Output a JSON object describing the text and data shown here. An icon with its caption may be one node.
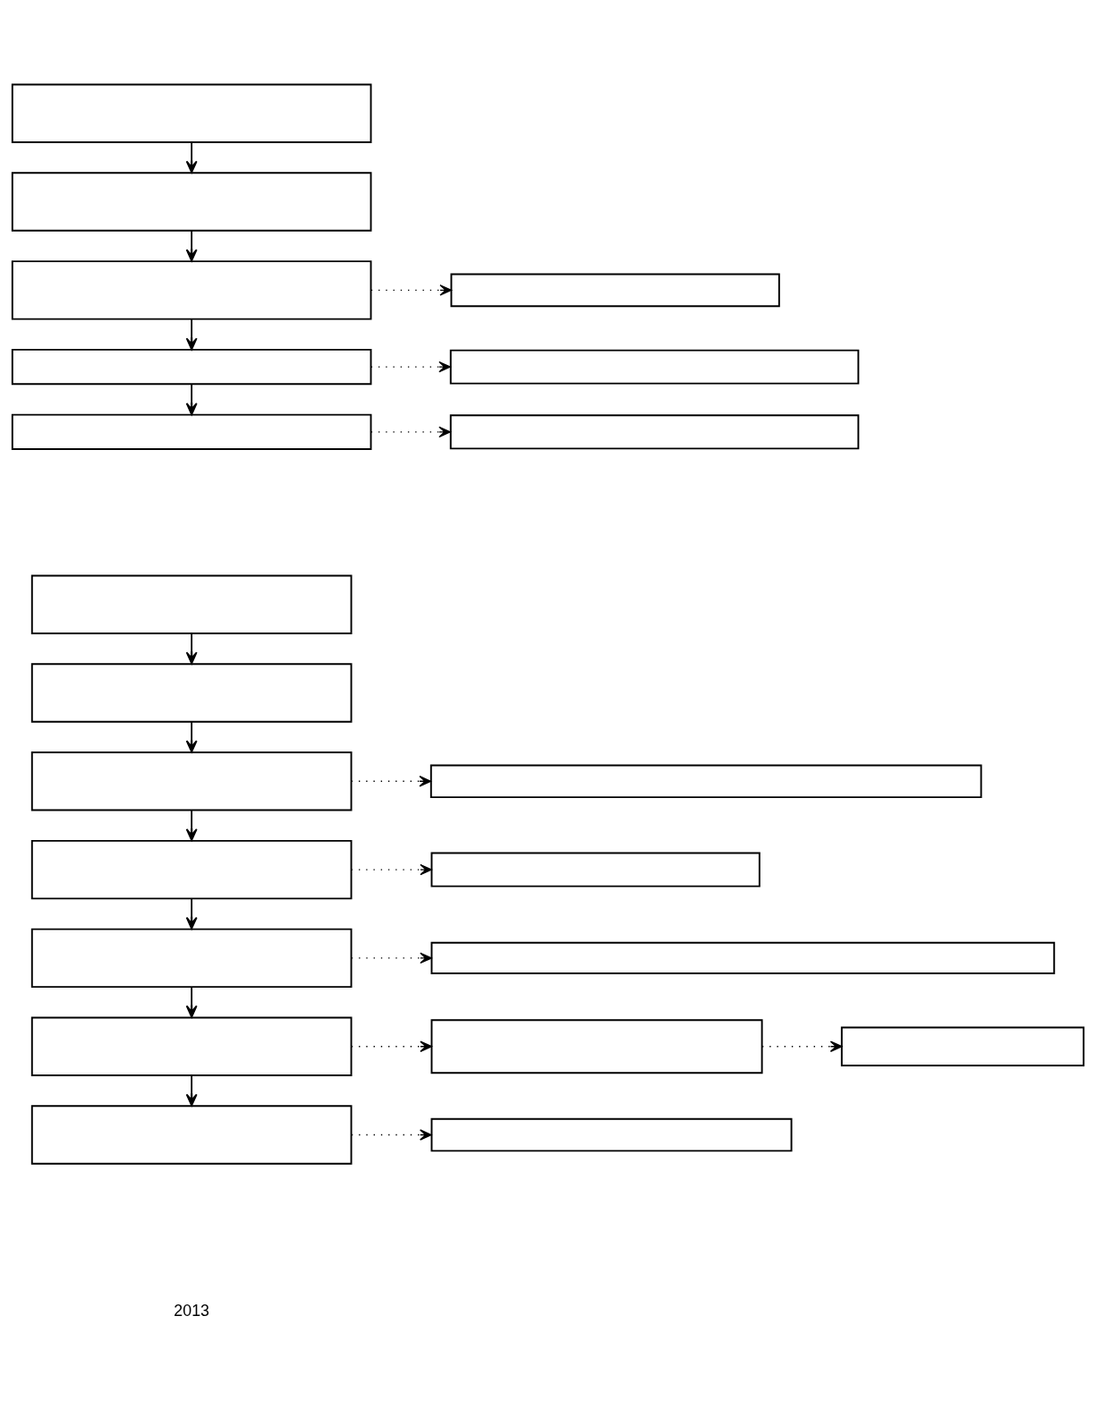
{
  "diagram": {
    "nodes": [
      {
        "text": [],
        "shape": "box"
      },
      {
        "text": [],
        "shape": "box"
      },
      {
        "text": [],
        "shape": "box"
      },
      {
        "text": [],
        "shape": "box"
      },
      {
        "text": [],
        "shape": "box"
      },
      {
        "text": [],
        "shape": "box"
      },
      {
        "text": [],
        "shape": "box"
      },
      {
        "text": [],
        "shape": "box"
      },
      {
        "text": [],
        "shape": "box"
      },
      {
        "text": [],
        "shape": "box"
      },
      {
        "text": [],
        "shape": "box"
      },
      {
        "text": [],
        "shape": "box"
      },
      {
        "text": [],
        "shape": "box"
      },
      {
        "text": [],
        "shape": "box"
      },
      {
        "text": [],
        "shape": "box"
      },
      {
        "text": [],
        "shape": "box"
      },
      {
        "text": [],
        "shape": "box"
      },
      {
        "text": [],
        "shape": "box"
      },
      {
        "text": [],
        "shape": "box"
      },
      {
        "text": [],
        "shape": "box"
      },
      {
        "text": [],
        "shape": "box"
      }
    ],
    "edges": [
      {
        "from": 0,
        "to": 1,
        "arrow": "to"
      },
      {
        "from": 1,
        "to": 2,
        "arrow": "to"
      },
      {
        "from": 2,
        "to": 3,
        "arrow": "to",
        "style": "dashed"
      },
      {
        "from": 2,
        "to": 4,
        "arrow": "to"
      },
      {
        "from": 4,
        "to": 5,
        "arrow": "to",
        "style": "dashed"
      },
      {
        "from": 4,
        "to": 6,
        "arrow": "to"
      },
      {
        "from": 6,
        "to": 7,
        "arrow": "to",
        "style": "dashed"
      },
      {
        "from": 8,
        "to": 9,
        "arrow": "to"
      },
      {
        "from": 9,
        "to": 10,
        "arrow": "to"
      },
      {
        "from": 10,
        "to": 11,
        "arrow": "to",
        "style": "dashed"
      },
      {
        "from": 10,
        "to": 12,
        "arrow": "to"
      },
      {
        "from": 12,
        "to": 13,
        "arrow": "to",
        "style": "dashed"
      },
      {
        "from": 12,
        "to": 14,
        "arrow": "to"
      },
      {
        "from": 14,
        "to": 15,
        "arrow": "to",
        "style": "dashed"
      },
      {
        "from": 14,
        "to": 16,
        "arrow": "to"
      },
      {
        "from": 16,
        "to": 17,
        "arrow": "to",
        "style": "dashed"
      },
      {
        "from": 17,
        "to": 18,
        "arrow": "to",
        "style": "dashed"
      },
      {
        "from": 16,
        "to": 19,
        "arrow": "to"
      },
      {
        "from": 19,
        "to": 20,
        "arrow": "to",
        "style": "dashed"
      }
    ],
    "labels": [
      "2013"
    ]
  }
}
